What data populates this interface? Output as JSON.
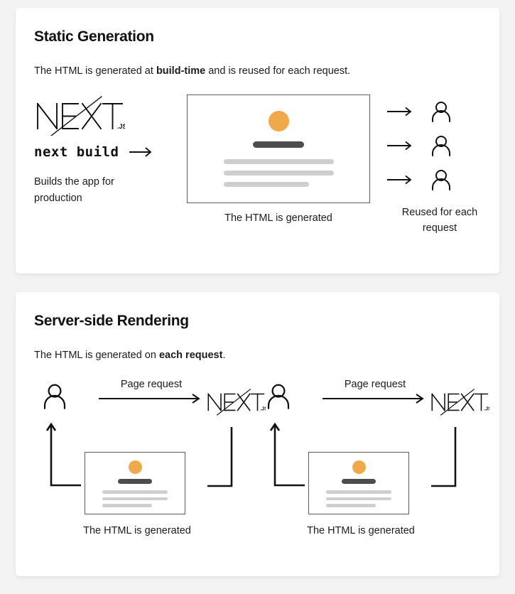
{
  "background_color": "#f3f3f3",
  "accent_color": "#efa94a",
  "cards": [
    {
      "id": "static-generation",
      "title": "Static Generation",
      "description_prefix": "The HTML is generated at ",
      "description_bold": "build-time",
      "description_suffix": " and is reused for each request.",
      "logo_alt": "NEXT.js",
      "logo_suffix": ".JS",
      "command": "next build",
      "command_arrow": "→",
      "command_caption": "Builds the app for production",
      "mock_caption": "The HTML is generated",
      "consumers": [
        {
          "arrow": "→",
          "icon": "user-icon"
        },
        {
          "arrow": "→",
          "icon": "user-icon"
        },
        {
          "arrow": "→",
          "icon": "user-icon"
        }
      ],
      "consumers_caption": "Reused for each request"
    },
    {
      "id": "server-side-rendering",
      "title": "Server-side Rendering",
      "description_prefix": "The HTML is generated on ",
      "description_bold": "each request",
      "description_suffix": ".",
      "flows": [
        {
          "user_icon": "user-icon",
          "request_label": "Page request",
          "logo_alt": "NEXT.js",
          "logo_suffix": ".JS",
          "mock_caption": "The HTML is generated"
        },
        {
          "user_icon": "user-icon",
          "request_label": "Page request",
          "logo_alt": "NEXT.js",
          "logo_suffix": ".JS",
          "mock_caption": "The HTML is generated"
        }
      ]
    }
  ]
}
